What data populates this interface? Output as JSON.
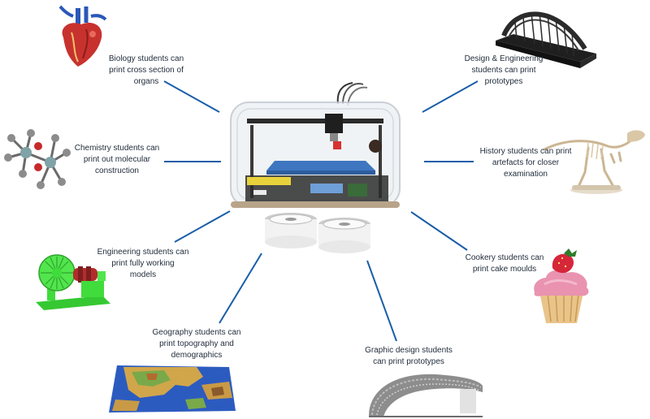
{
  "colors": {
    "connector": "#1a5ea8",
    "label_text": "#1f2b3a",
    "printer_frame": "#d8dee5",
    "filament": "#f4f4f4",
    "heart": "#c8322e",
    "vessel": "#2a57b8",
    "model_green": "#3fdc3b",
    "map_land": "#d1a64b",
    "map_sea": "#2c5bc0",
    "cupcake_icing": "#e993b0",
    "strawberry": "#d6263a",
    "bridge": "#2b2b2b",
    "dinosaur": "#d9c7a6",
    "canopy": "#8d8d8d",
    "molecule_grey": "#8c8c8c",
    "molecule_red": "#c52a2a"
  },
  "center": {
    "icon": "3d-printer-icon"
  },
  "items": [
    {
      "id": "biology",
      "icon": "heart-icon",
      "label": "Biology students can\nprint cross section of\norgans"
    },
    {
      "id": "chemistry",
      "icon": "molecule-icon",
      "label": "Chemistry students can\nprint out molecular\nconstruction"
    },
    {
      "id": "engineering",
      "icon": "green-model-icon",
      "label": "Engineering students can\nprint fully working\nmodels"
    },
    {
      "id": "geography",
      "icon": "terrain-map-icon",
      "label": "Geography students can\nprint topography and\ndemographics"
    },
    {
      "id": "graphic-design",
      "icon": "canopy-icon",
      "label": "Graphic design students\ncan print prototypes"
    },
    {
      "id": "cookery",
      "icon": "cupcake-icon",
      "label": "Cookery students can\nprint cake moulds"
    },
    {
      "id": "history",
      "icon": "dinosaur-icon",
      "label": "History students can print\nartefacts for closer\nexamination"
    },
    {
      "id": "design-engineering",
      "icon": "bridge-icon",
      "label": "Design & Engineering\nstudents can print\nprototypes"
    }
  ]
}
